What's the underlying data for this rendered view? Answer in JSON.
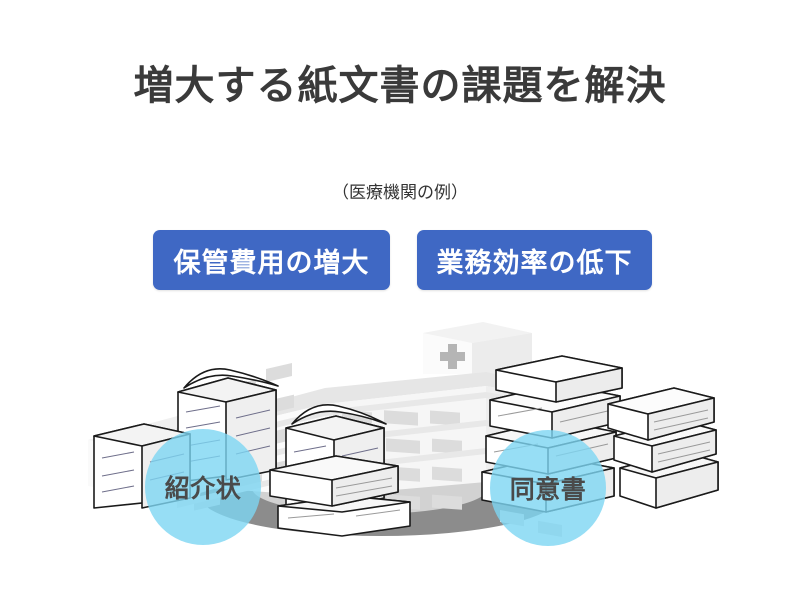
{
  "slide": {
    "background_color": "#ffffff",
    "title": "増大する紙文書の課題を解決",
    "title_color": "#3a3a3a",
    "subtitle": "（医療機関の例）",
    "subtitle_color": "#333333"
  },
  "problem_pills": {
    "accent_color": "#3f68c4",
    "text_color": "#ffffff",
    "items": [
      {
        "label": "保管費用の増大"
      },
      {
        "label": "業務効率の低下"
      }
    ]
  },
  "document_badges": {
    "circle_color": "#7dd6f2",
    "label_color": "#4a4a4a",
    "items": [
      {
        "label": "紹介状"
      },
      {
        "label": "同意書"
      }
    ]
  },
  "illustration": {
    "name": "hospital-with-paper-stacks",
    "hospital": {
      "name": "hospital-building",
      "rooftop_cross": "medical-cross",
      "cross_color": "#b5b5b5",
      "wall_color": "#f2f2f2",
      "window_color": "#d8d8d8"
    },
    "ground": {
      "name": "ground-shadow-ellipse",
      "outer_color": "#8c8c8c",
      "inner_color": "#d0d0d0"
    },
    "paper_groups": [
      {
        "name": "paper-stack-left-tall",
        "description": "tall stack of loose paper"
      },
      {
        "name": "paper-stack-left-low",
        "description": "low stack of loose paper"
      },
      {
        "name": "paper-stack-left-right",
        "description": "stack of loose paper with curled top sheet"
      },
      {
        "name": "paper-stack-center-front",
        "description": "two bundled paper boxes on the ground"
      },
      {
        "name": "paper-stack-right-tall",
        "description": "tall tower of bundled paper"
      },
      {
        "name": "paper-stack-right-side",
        "description": "side tower of bundled paper"
      }
    ],
    "paper_fill": "#ffffff",
    "paper_outline": "#1a1a1a",
    "paper_shade": "#efefef"
  }
}
